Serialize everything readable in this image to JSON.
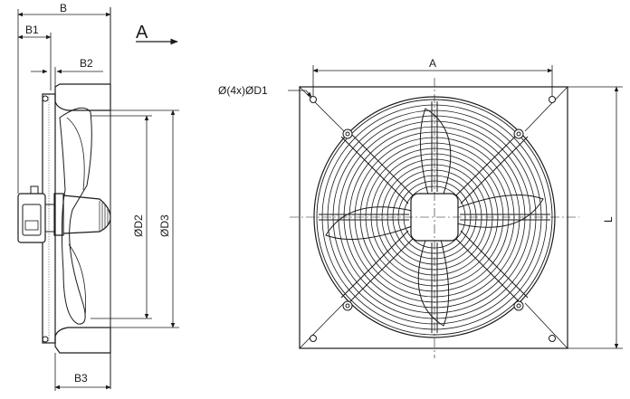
{
  "labels": {
    "view_arrow": "A",
    "dim_b": "B",
    "dim_b1": "B1",
    "dim_b2": "B2",
    "dim_b3": "B3",
    "dim_d2": "ØD2",
    "dim_d3": "ØD3",
    "dim_a": "A",
    "dim_l": "L",
    "dim_holes": "Ø(4x)ØD1"
  },
  "colors": {
    "line": "#1a1a1a",
    "background": "#ffffff"
  }
}
